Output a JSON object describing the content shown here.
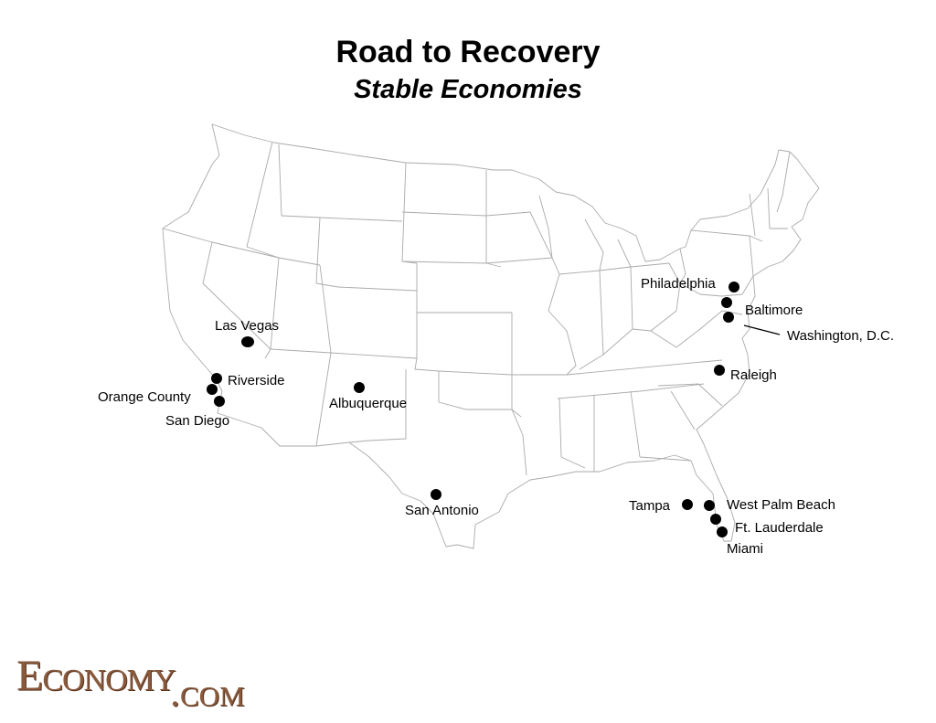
{
  "title": "Road to Recovery",
  "subtitle": "Stable Economies",
  "logo": {
    "main": "Economy",
    "dotcom": ".com",
    "color": "#8a5a3c"
  },
  "dot_color": "#000000",
  "cities": [
    {
      "id": "las-vegas",
      "label": "Las Vegas"
    },
    {
      "id": "riverside",
      "label": "Riverside"
    },
    {
      "id": "orange-county",
      "label": "Orange County"
    },
    {
      "id": "san-diego",
      "label": "San Diego"
    },
    {
      "id": "albuquerque",
      "label": "Albuquerque"
    },
    {
      "id": "san-antonio",
      "label": "San Antonio"
    },
    {
      "id": "philadelphia",
      "label": "Philadelphia"
    },
    {
      "id": "baltimore",
      "label": "Baltimore"
    },
    {
      "id": "washington-dc",
      "label": "Washington, D.C."
    },
    {
      "id": "raleigh",
      "label": "Raleigh"
    },
    {
      "id": "tampa",
      "label": "Tampa"
    },
    {
      "id": "west-palm-beach",
      "label": "West Palm Beach"
    },
    {
      "id": "ft-lauderdale",
      "label": "Ft. Lauderdale"
    },
    {
      "id": "miami",
      "label": "Miami"
    }
  ]
}
